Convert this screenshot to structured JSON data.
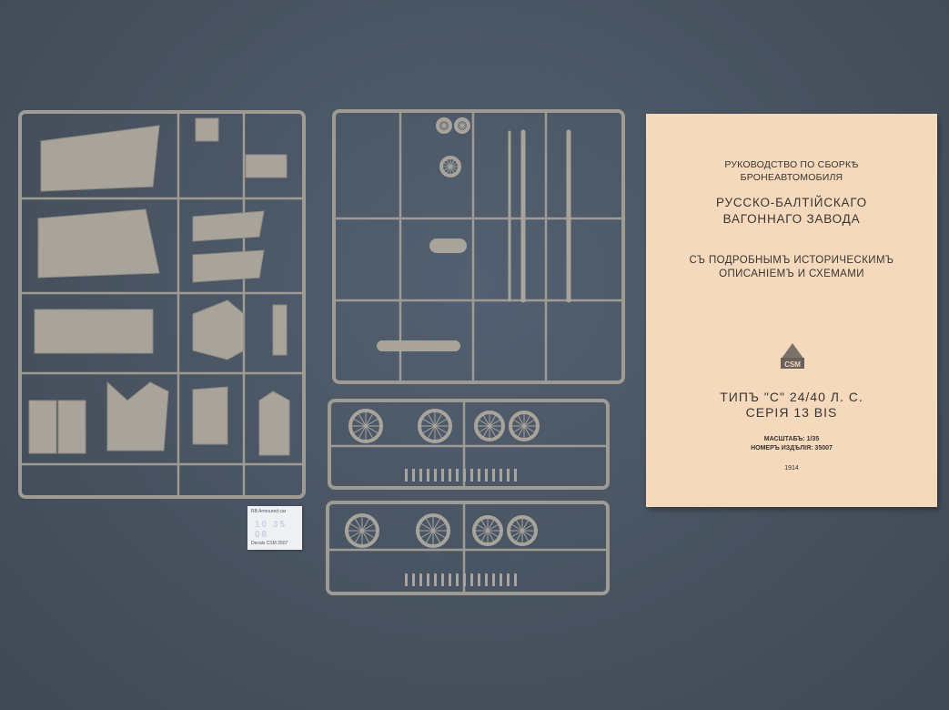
{
  "booklet": {
    "subtitle_line1": "РУКОВОДСТВО ПО СБОРКѢ",
    "subtitle_line2": "БРОНЕАВТОМОБИЛЯ",
    "title_line1": "РУССКО-БАЛТІЙСКАГО",
    "title_line2": "ВАГОННАГО ЗАВОДА",
    "desc_line1": "СЪ ПОДРОБНЫМЪ ИСТОРИЧЕСКИМЪ",
    "desc_line2": "ОПИСАНІЕМЪ И СХЕМАМИ",
    "logo_text": "CSM",
    "type_line": "ТИПЪ \"С\" 24/40 Л. С.",
    "series_line": "СЕРІЯ 13 BIS",
    "scale_line": "МАСШТАБЪ: 1/35",
    "item_line": "НОМЕРЪ ИЗДѢЛІЯ: 35007",
    "year": "1914"
  },
  "decal": {
    "title": "RB Armoured car",
    "numbers": "10 35 08",
    "footer": "Decals   CSM 3507"
  },
  "colors": {
    "background": "#4a5563",
    "plastic": "#a8a49b",
    "booklet_paper": "#f4d9bd"
  }
}
